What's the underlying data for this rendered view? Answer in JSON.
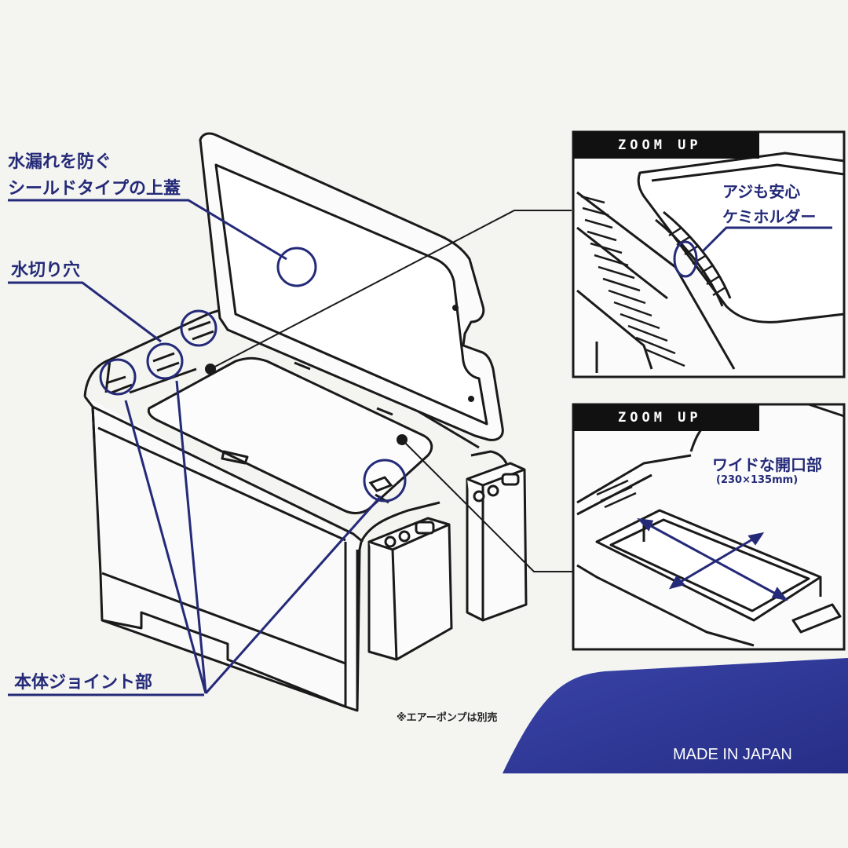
{
  "callouts": {
    "lid_line1": "水漏れを防ぐ",
    "lid_line2": "シールドタイプの上蓋",
    "drain_holes": "水切り穴",
    "body_joint": "本体ジョイント部"
  },
  "zoom_top": {
    "tag": "ZOOM UP",
    "label_line1": "アジも安心",
    "label_line2": "ケミホルダー"
  },
  "zoom_bottom": {
    "tag": "ZOOM UP",
    "label_line1": "ワイドな開口部",
    "label_line2": "(230×135mm)"
  },
  "note": "※エアーポンプは別売",
  "footer": "MADE IN JAPAN",
  "colors": {
    "callout_blue": "#242a78",
    "banner_blue": "#303a9a",
    "line": "#1a1a1a",
    "background": "#f4f4f1"
  }
}
